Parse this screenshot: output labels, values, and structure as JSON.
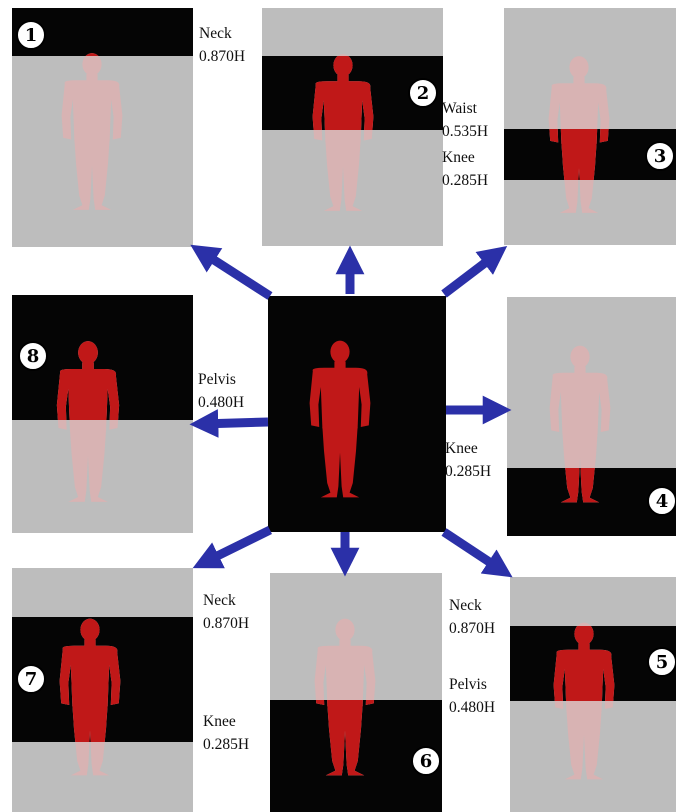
{
  "panels": [
    {
      "id": "panel-1",
      "number": "1"
    },
    {
      "id": "panel-2",
      "number": "2"
    },
    {
      "id": "panel-3",
      "number": "3"
    },
    {
      "id": "panel-4",
      "number": "4"
    },
    {
      "id": "panel-5",
      "number": "5"
    },
    {
      "id": "panel-6",
      "number": "6"
    },
    {
      "id": "panel-7",
      "number": "7"
    },
    {
      "id": "panel-8",
      "number": "8"
    }
  ],
  "labels": {
    "neck_1": {
      "name": "Neck",
      "value": "0.870H"
    },
    "waist_2": {
      "name": "Waist",
      "value": "0.535H"
    },
    "knee_3": {
      "name": "Knee",
      "value": "0.285H"
    },
    "pelvis_8": {
      "name": "Pelvis",
      "value": "0.480H"
    },
    "knee_4": {
      "name": "Knee",
      "value": "0.285H"
    },
    "neck_7": {
      "name": "Neck",
      "value": "0.870H"
    },
    "knee_7": {
      "name": "Knee",
      "value": "0.285H"
    },
    "neck_5": {
      "name": "Neck",
      "value": "0.870H"
    },
    "pelvis_5": {
      "name": "Pelvis",
      "value": "0.480H"
    }
  },
  "colors": {
    "highlight": "#c01818",
    "faded": "#d8b3b3",
    "panel_gray": "#bdbdbd",
    "band_black": "#050505",
    "arrow_blue": "#2b30a8"
  }
}
